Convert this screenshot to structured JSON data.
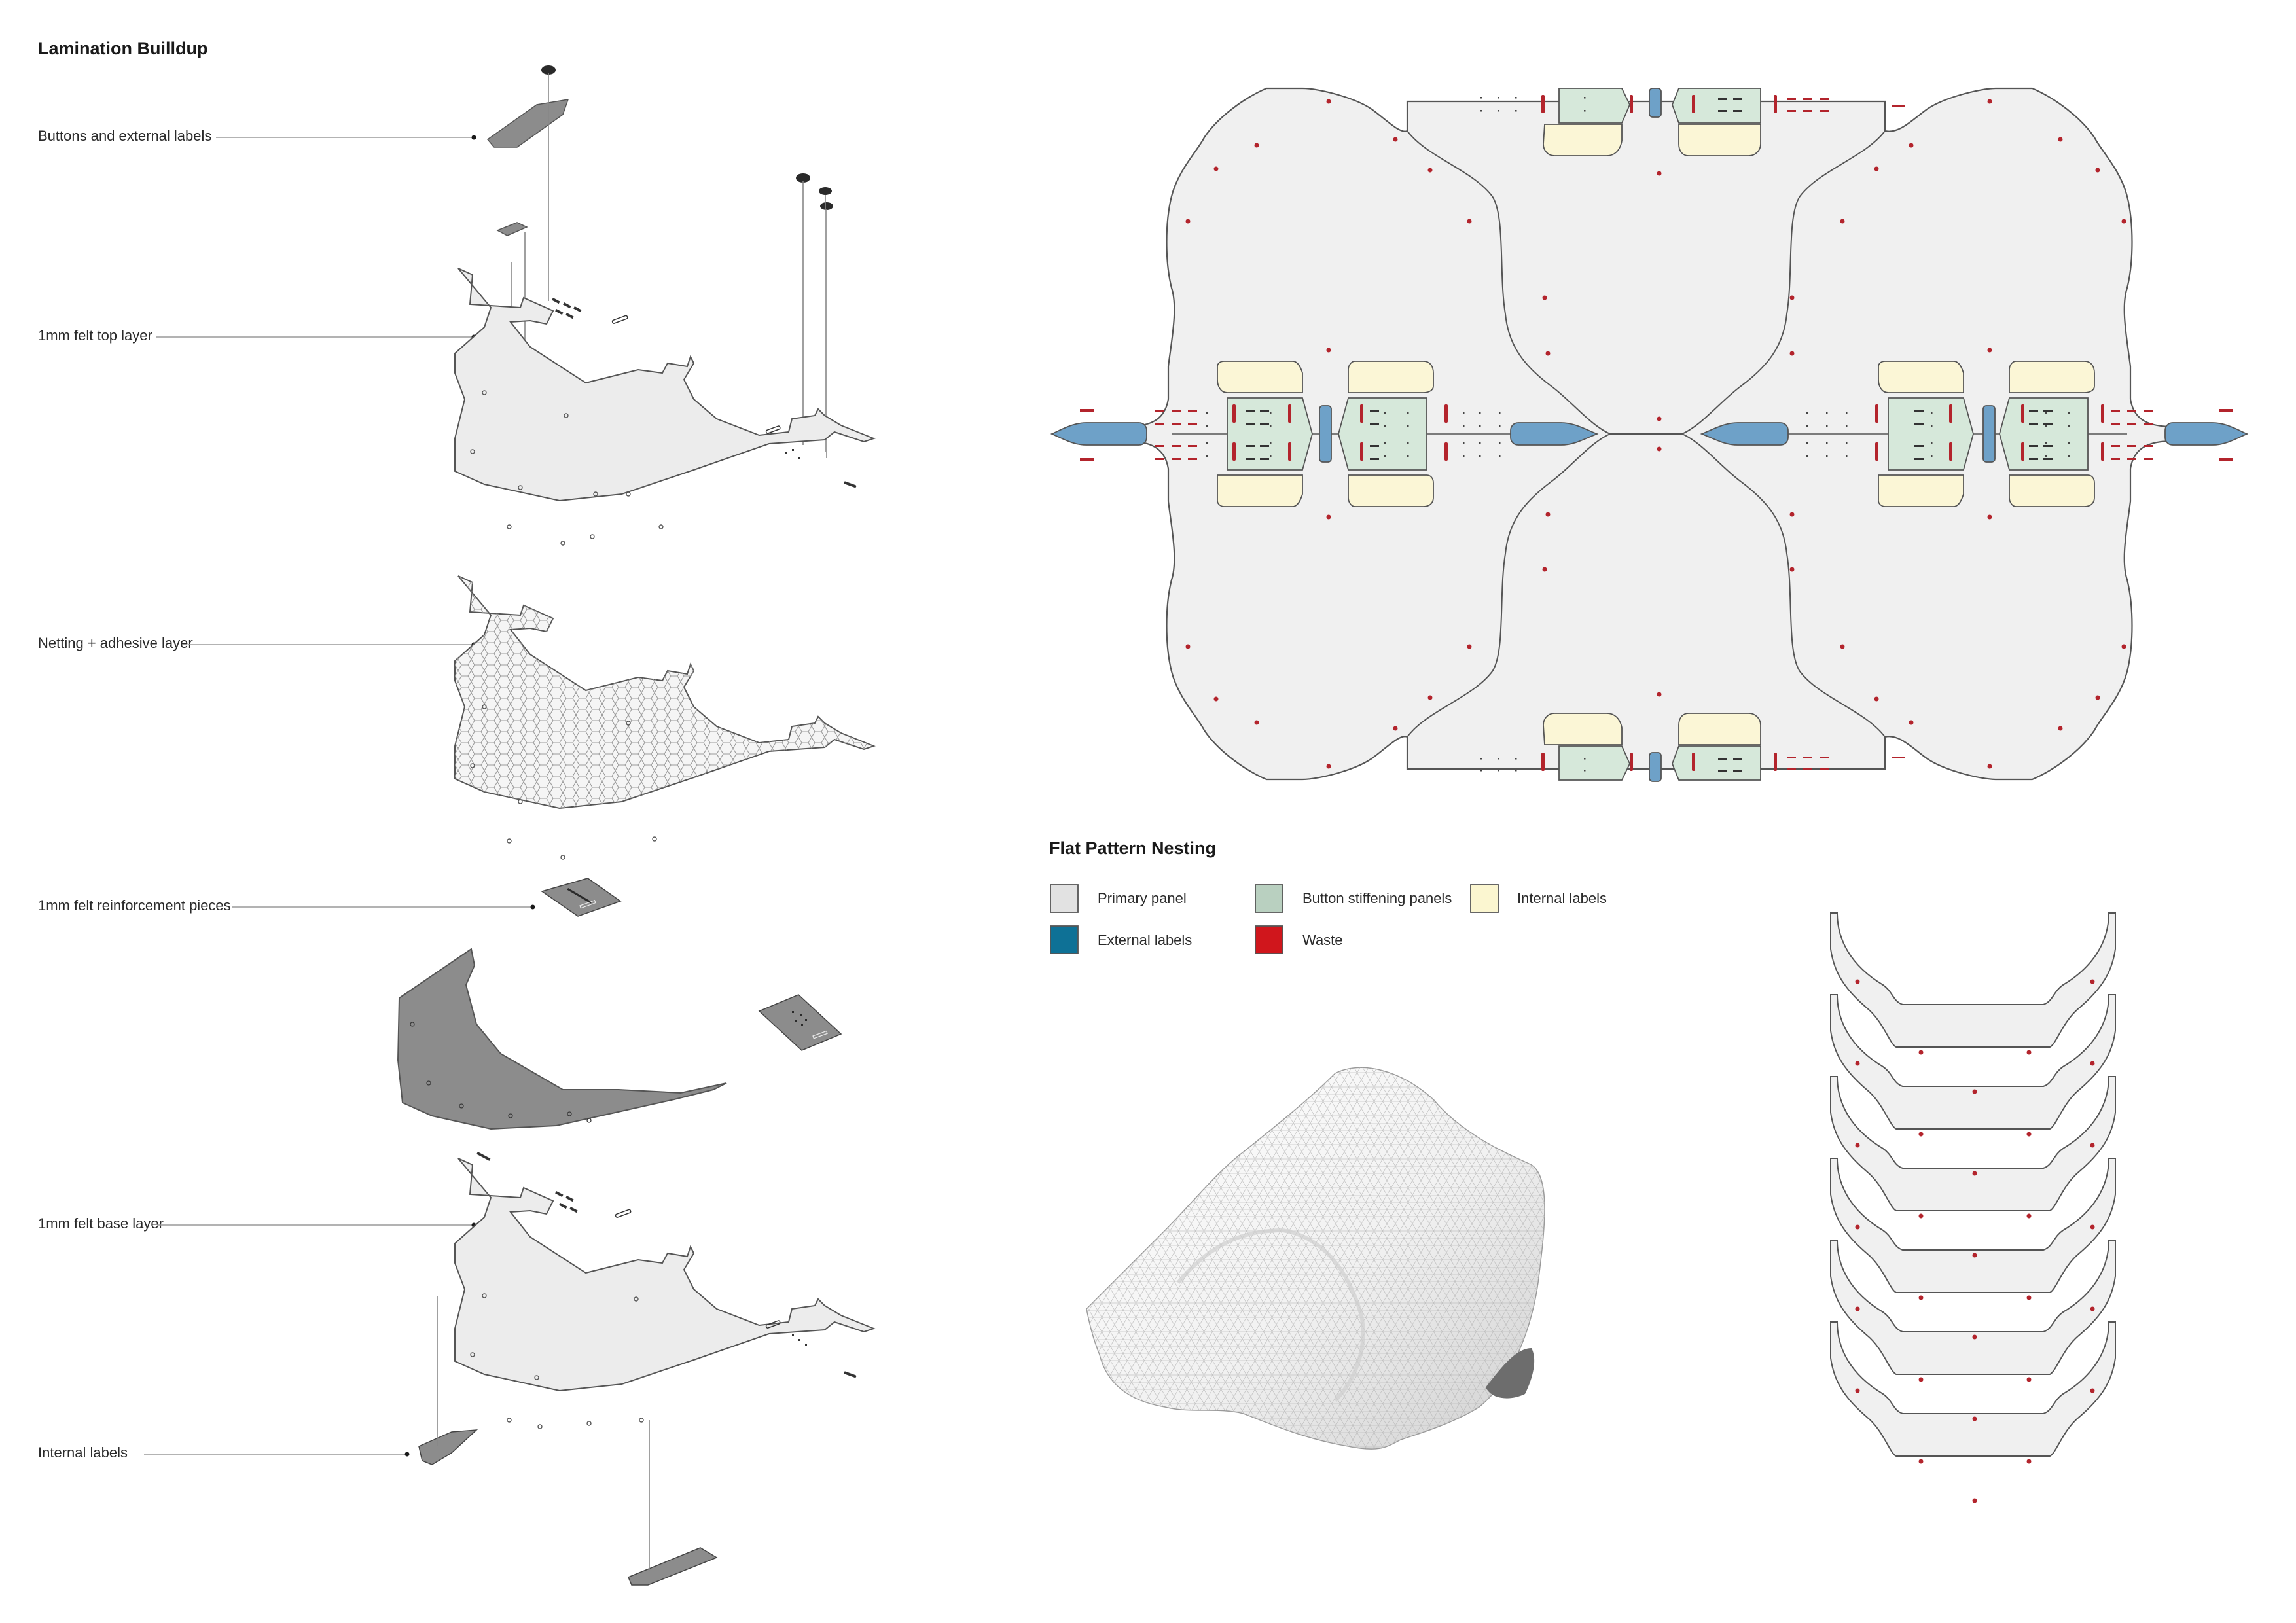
{
  "buildup": {
    "title": "Lamination Builldup",
    "layers": [
      {
        "label": "Buttons and external labels"
      },
      {
        "label": "1mm felt top layer"
      },
      {
        "label": "Netting + adhesive layer"
      },
      {
        "label": "1mm felt reinforcement pieces"
      },
      {
        "label": "1mm felt base layer"
      },
      {
        "label": "Internal labels"
      }
    ]
  },
  "nesting": {
    "title": "Flat Pattern Nesting",
    "legend": [
      {
        "label": "Primary panel",
        "color": "#e2e2e2"
      },
      {
        "label": "Button stiffening panels",
        "color": "#b9d0c0"
      },
      {
        "label": "Internal labels",
        "color": "#fbf6d0"
      },
      {
        "label": "External labels",
        "color": "#0e7196"
      },
      {
        "label": "Waste",
        "color": "#d0161c"
      }
    ]
  },
  "colors": {
    "panel": "#f0f0f0",
    "panel_stroke": "#555555",
    "felt_dark": "#8c8c8c",
    "external_label": "#6ea1c8",
    "stiffener": "#d6e8da",
    "internal_label": "#fbf6d6",
    "waste": "#b3242c"
  },
  "icons": [
    "button-icon",
    "mesh-render"
  ]
}
